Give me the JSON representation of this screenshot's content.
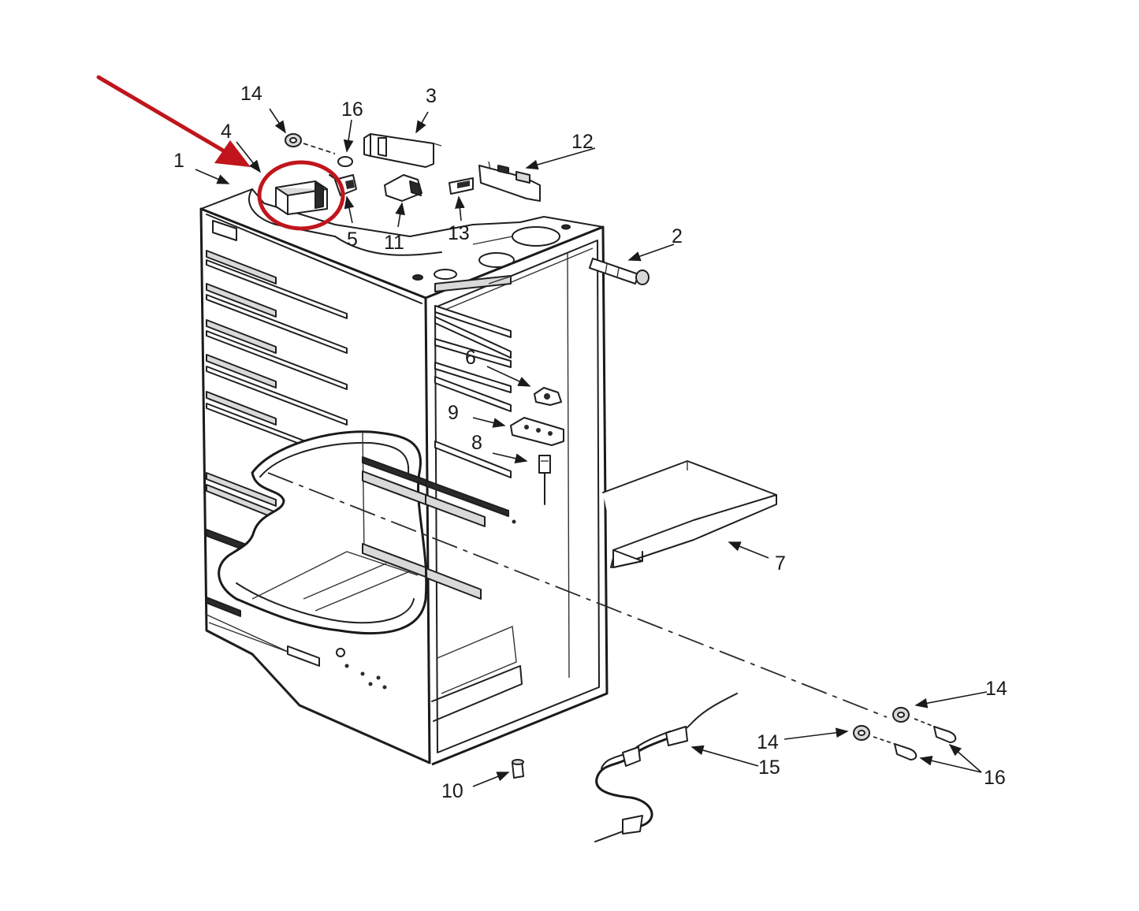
{
  "colors": {
    "line": "#1f1f1f",
    "highlight": "#c0151c",
    "background": "#ffffff"
  },
  "callouts": {
    "c1": "1",
    "c2": "2",
    "c3": "3",
    "c4": "4",
    "c5": "5",
    "c6": "6",
    "c7": "7",
    "c8": "8",
    "c9": "9",
    "c10": "10",
    "c11": "11",
    "c12": "12",
    "c13": "13",
    "c14_top": "14",
    "c14_right_upper": "14",
    "c14_right_lower": "14",
    "c15": "15",
    "c16_top": "16",
    "c16_right": "16"
  },
  "highlight": {
    "target_part": "4",
    "marker": "red-arrow-and-circle"
  }
}
